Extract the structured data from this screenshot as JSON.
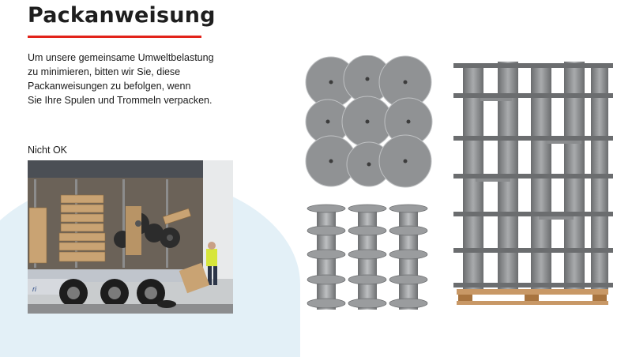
{
  "page": {
    "title": "Packanweisung",
    "intro_lines": [
      "Um unsere gemeinsame Umweltbelastung",
      "zu minimieren, bitten wir Sie, diese",
      "Packanweisungen zu befolgen, wenn",
      "Sie Ihre Spulen und Trommeln verpacken."
    ],
    "photo_caption": "Nicht OK"
  },
  "colors": {
    "accent": "#e2231a",
    "spool": "#8d8f91",
    "blob": "#e3f0f7"
  }
}
